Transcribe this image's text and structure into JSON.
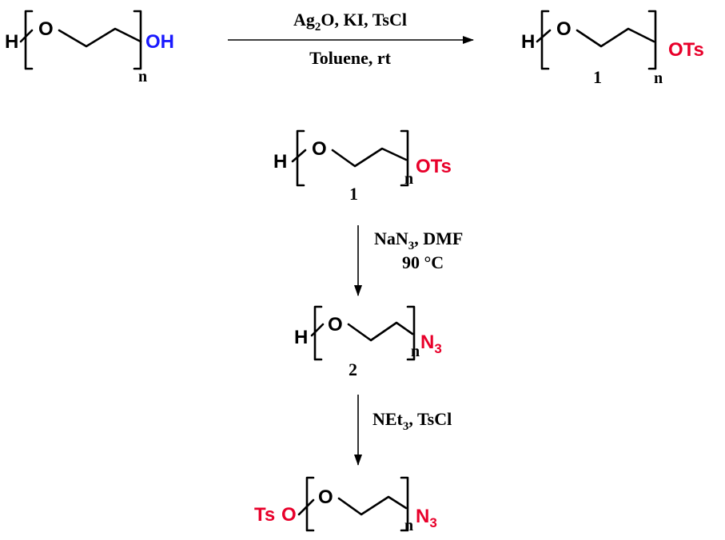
{
  "colors": {
    "black": "#000000",
    "blue": "#1a1aff",
    "red": "#e8002a"
  },
  "repeat_index": "n",
  "reaction1": {
    "start": {
      "left": "H",
      "oxygen": "O",
      "end": "OH"
    },
    "reagents": {
      "main": "Ag",
      "sub": "2",
      "rest": "O, KI, TsCl"
    },
    "solvent": "Toluene, rt",
    "product": {
      "left": "H",
      "oxygen": "O",
      "end": "OTs",
      "label": "1"
    }
  },
  "reaction2": {
    "start": {
      "left": "H",
      "oxygen": "O",
      "end": "OTs",
      "label": "1"
    },
    "reagents": {
      "main": "NaN",
      "sub": "3",
      "rest": ", DMF"
    },
    "conditions": "90 °C",
    "product": {
      "left": "H",
      "oxygen": "O",
      "end_main": "N",
      "end_sub": "3",
      "label": "2"
    }
  },
  "reaction3": {
    "reagents": {
      "main": "NEt",
      "sub": "3",
      "rest": ", TsCl"
    },
    "product": {
      "left_ts": "Ts",
      "left_o": "O",
      "oxygen": "O",
      "end_main": "N",
      "end_sub": "3"
    }
  }
}
